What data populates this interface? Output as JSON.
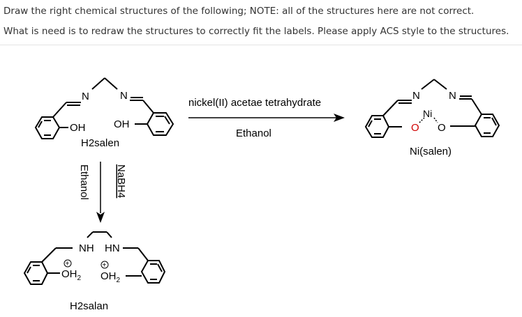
{
  "question": {
    "line1": "Draw the right chemical structures of the following; NOTE: all of the structures here are not correct.",
    "line2": "What is need is to redraw the structures to correctly fit the labels. Please apply ACS style to the structures."
  },
  "scheme": {
    "reagent_top": "nickel(II) acetae tetrahydrate",
    "solvent_right": "Ethanol",
    "solvent_down": "Ethanol",
    "reagent_down": "NaBH4",
    "salen_name": "H2salen",
    "ni_salen_name": "Ni(salen)",
    "salan_name": "H2salan",
    "atoms": {
      "n": "N",
      "oh": "OH",
      "nh": "NH",
      "hn": "HN",
      "ni": "Ni",
      "o": "O",
      "oh2_o": "OH",
      "oh2_sub": "2",
      "charge": "+"
    }
  },
  "colors": {
    "text": "#333333",
    "structure": "#000000",
    "oxygen_highlight": "#d00000",
    "spellcheck": "#e03030"
  }
}
